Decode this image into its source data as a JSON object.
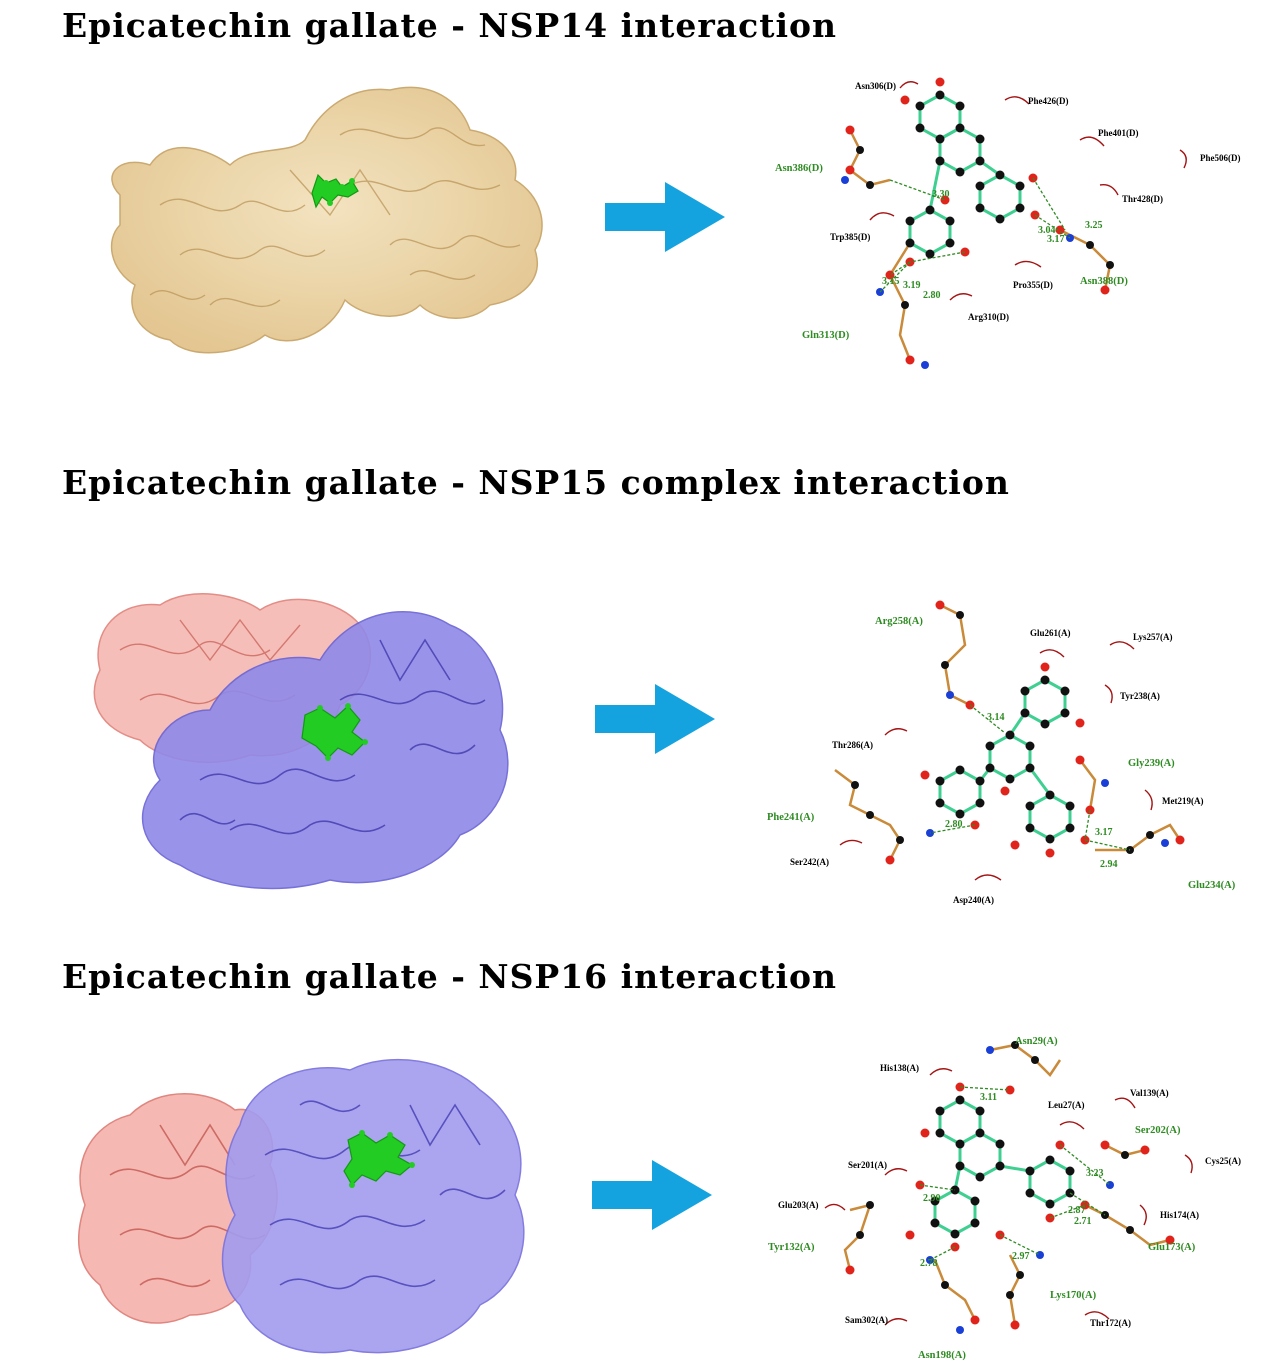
{
  "panels": [
    {
      "title": "Epicatechin gallate - NSP14 interaction",
      "colors": {
        "protein": "#e6cc98",
        "ligand": "#22cc22",
        "arrow": "#15a3e0"
      },
      "hbond_residues": [
        {
          "label": "Asn386(D)"
        },
        {
          "label": "Asn388(D)"
        },
        {
          "label": "Gln313(D)"
        }
      ],
      "hydrophobic_residues": [
        {
          "label": "Asn306(D)"
        },
        {
          "label": "Phe426(D)"
        },
        {
          "label": "Phe401(D)"
        },
        {
          "label": "Phe506(D)"
        },
        {
          "label": "Thr428(D)"
        },
        {
          "label": "Trp385(D)"
        },
        {
          "label": "Pro355(D)"
        },
        {
          "label": "Arg310(D)"
        }
      ],
      "distances": [
        "3.30",
        "3.25",
        "3.04",
        "3.17",
        "3.15",
        "3.19",
        "2.80"
      ]
    },
    {
      "title": "Epicatechin gallate - NSP15 complex interaction",
      "colors": {
        "protein_a": "#f1a8a2",
        "protein_b": "#8c86e6",
        "ligand": "#22cc22",
        "arrow": "#15a3e0"
      },
      "hbond_residues": [
        {
          "label": "Arg258(A)"
        },
        {
          "label": "Gly239(A)"
        },
        {
          "label": "Phe241(A)"
        },
        {
          "label": "Glu234(A)"
        }
      ],
      "hydrophobic_residues": [
        {
          "label": "Glu261(A)"
        },
        {
          "label": "Lys257(A)"
        },
        {
          "label": "Tyr238(A)"
        },
        {
          "label": "Thr286(A)"
        },
        {
          "label": "Met219(A)"
        },
        {
          "label": "Ser242(A)"
        },
        {
          "label": "Asp240(A)"
        }
      ],
      "distances": [
        "3.14",
        "2.80",
        "3.17",
        "2.94"
      ]
    },
    {
      "title": "Epicatechin gallate - NSP16 interaction",
      "colors": {
        "protein_a": "#f1a8a2",
        "protein_b": "#9e98ee",
        "ligand": "#22cc22",
        "arrow": "#15a3e0"
      },
      "hbond_residues": [
        {
          "label": "Asn29(A)"
        },
        {
          "label": "Ser202(A)"
        },
        {
          "label": "Tyr132(A)"
        },
        {
          "label": "Glu173(A)"
        },
        {
          "label": "Lys170(A)"
        },
        {
          "label": "Asn198(A)"
        }
      ],
      "hydrophobic_residues": [
        {
          "label": "His138(A)"
        },
        {
          "label": "Val139(A)"
        },
        {
          "label": "Leu27(A)"
        },
        {
          "label": "Cys25(A)"
        },
        {
          "label": "Ser201(A)"
        },
        {
          "label": "Glu203(A)"
        },
        {
          "label": "His174(A)"
        },
        {
          "label": "Sam302(A)"
        },
        {
          "label": "Thr172(A)"
        }
      ],
      "distances": [
        "3.11",
        "3.23",
        "2.90",
        "2.87",
        "2.71",
        "2.78",
        "2.97"
      ]
    }
  ]
}
